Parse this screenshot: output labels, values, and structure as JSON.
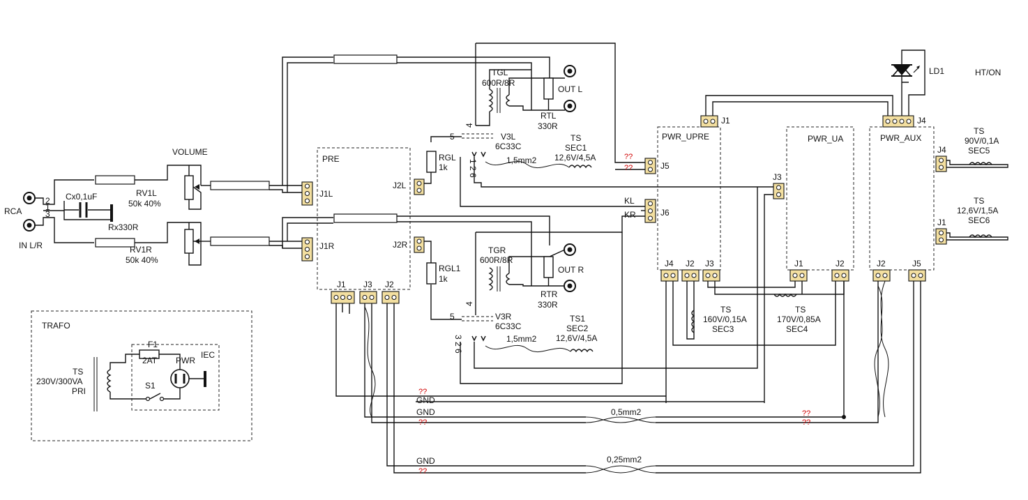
{
  "colors": {
    "wire": "#111111",
    "connector": "#f3dfa0",
    "unknown_mark": "#d00000",
    "box_border": "#222222"
  },
  "left": {
    "rca": "RCA",
    "in_lr": "IN L/R",
    "cx": "Cx0,1uF",
    "rx": "Rx330R",
    "pin2": "2",
    "pin1": "1",
    "pin3": "3"
  },
  "volume": {
    "title": "VOLUME",
    "rv1l_name": "RV1L",
    "rv1l_value": "50k 40%",
    "rv1r_name": "RV1R",
    "rv1r_value": "50k 40%"
  },
  "pre": {
    "title": "PRE",
    "j1l": "J1L",
    "j1r": "J1R",
    "j2l": "J2L",
    "j2r": "J2R",
    "j1": "J1",
    "j3": "J3",
    "j2": "J2"
  },
  "tgl": {
    "name": "TGL",
    "ratio": "600R/8R",
    "out": "OUT L",
    "rtl": "RTL",
    "rtl_value": "330R"
  },
  "tgr": {
    "name": "TGR",
    "ratio": "600R/8R",
    "out": "OUT R",
    "rtr": "RTR",
    "rtr_value": "330R"
  },
  "v3l": {
    "name": "V3L",
    "tube": "6C33C",
    "pin5": "5",
    "pin4": "4",
    "rgl": "RGL",
    "rgl_value": "1k",
    "heater": "1,5mm2",
    "pins_1_2_6": "1 2 6",
    "ts": "TS",
    "sec": "SEC1",
    "sec_value": "12,6V/4,5A"
  },
  "v3r": {
    "name": "V3R",
    "tube": "6C33C",
    "pin5": "5",
    "pin4": "4",
    "rgl": "RGL1",
    "rgl_value": "1k",
    "heater": "1,5mm2",
    "pins_3_2_6": "3 2 6",
    "ts": "TS1",
    "sec": "SEC2",
    "sec_value": "12,6V/4,5A"
  },
  "pwr_upre": {
    "title": "PWR_UPRE",
    "j1": "J1",
    "j5": "J5",
    "j6": "J6",
    "kl": "KL",
    "kr": "KR",
    "j4": "J4",
    "j2": "J2",
    "j3": "J3"
  },
  "pwr_ua": {
    "title": "PWR_UA",
    "j3": "J3",
    "j1": "J1",
    "j2": "J2"
  },
  "pwr_aux": {
    "title": "PWR_AUX",
    "j4_top": "J4",
    "j4": "J4",
    "j1": "J1",
    "j2": "J2",
    "j5": "J5"
  },
  "led": {
    "name": "LD1",
    "label": "HT/ON"
  },
  "secondaries": {
    "sec5_ts": "TS",
    "sec5_value": "90V/0,1A",
    "sec5_name": "SEC5",
    "sec6_ts": "TS",
    "sec6_value": "12,6V/1,5A",
    "sec6_name": "SEC6",
    "sec3_ts": "TS",
    "sec3_value": "160V/0,15A",
    "sec3_name": "SEC3",
    "sec4_ts": "TS",
    "sec4_value": "170V/0,85A",
    "sec4_name": "SEC4"
  },
  "trafo": {
    "title": "TRAFO",
    "ts": "TS",
    "rating": "230V/300VA",
    "pri": "PRI",
    "fuse": "F1",
    "fuse_value": "2AT",
    "pwr": "PWR",
    "iec": "IEC",
    "switch": "S1"
  },
  "bottom": {
    "gnd_small": "GND",
    "gnd1": "GND",
    "gnd2": "GND",
    "cable1": "0,5mm2",
    "cable2": "0,25mm2",
    "unknown": "??"
  }
}
